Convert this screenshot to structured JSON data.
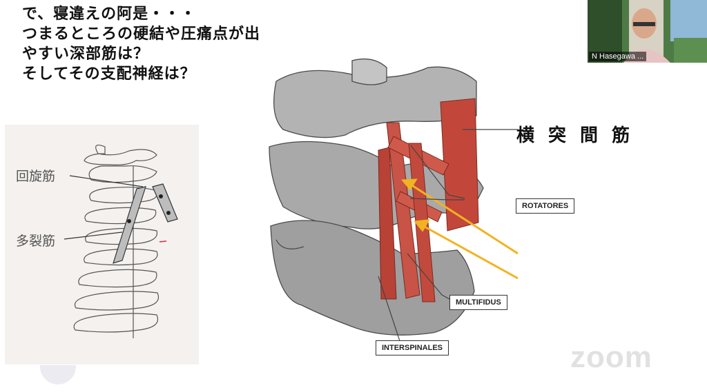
{
  "slide": {
    "question_lines": [
      "で、寝違えの阿是・・・",
      "つまるところの硬結や圧痛点が出",
      "やすい深部筋は？",
      "そしてその支配神経は？"
    ],
    "photo_labels": {
      "rotatores": "回旋筋",
      "multifidus": "多裂筋"
    },
    "diagram_title": "横突間筋",
    "diagram_labels": {
      "rotatores": "ROTATORES",
      "multifidus": "MULTIFIDUS",
      "interspinales": "INTERSPINALES"
    }
  },
  "participant": {
    "name": "N Hasegawa ..."
  },
  "watermark": "zoom",
  "colors": {
    "arrow": "#f2b321",
    "muscle": "#c2473a",
    "bone": "#a7a7a7"
  }
}
